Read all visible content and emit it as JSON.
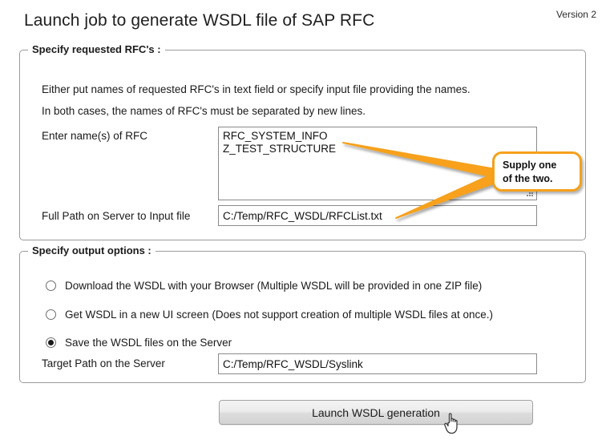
{
  "header": {
    "title": "Launch job to generate WSDL file of SAP RFC",
    "version": "Version 2"
  },
  "rfc_section": {
    "legend": "Specify requested RFC's :",
    "info_line_1": "Either put names of requested RFC's in text field or specify input file providing the names.",
    "info_line_2": "In both cases, the names of RFC's must be separated by new lines.",
    "rfc_names_label": "Enter name(s) of RFC",
    "rfc_names_value": "RFC_SYSTEM_INFO\nZ_TEST_STRUCTURE",
    "rfc_names_placeholder": "",
    "input_file_label": "Full Path on Server to Input file",
    "input_file_value": "C:/Temp/RFC_WSDL/RFCList.txt",
    "input_file_placeholder": ""
  },
  "output_section": {
    "legend": "Specify output options :",
    "options": [
      {
        "label": "Download the WSDL with your Browser (Multiple WSDL will be provided in one ZIP file)",
        "selected": false
      },
      {
        "label": "Get WSDL in a new UI screen (Does not support creation of multiple WSDL files at once.)",
        "selected": false
      },
      {
        "label": "Save the WSDL files on the Server",
        "selected": true
      }
    ],
    "target_path_label": "Target Path on the Server",
    "target_path_value": "C:/Temp/RFC_WSDL/Syslink",
    "target_path_placeholder": ""
  },
  "actions": {
    "launch_label": "Launch WSDL generation"
  },
  "annotation": {
    "callout_text": "Supply one\nof the two.",
    "accent_color": "#F5A11B"
  },
  "cursor": {
    "icon": "pointing-hand-cursor"
  }
}
